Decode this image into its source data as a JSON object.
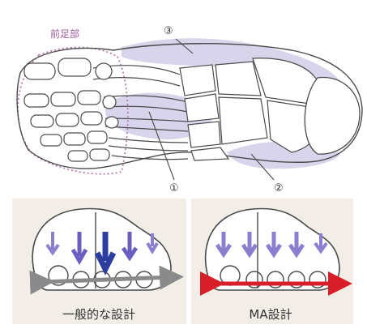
{
  "top": {
    "forefoot_label": "前足部",
    "markers": [
      "①",
      "②",
      "③"
    ]
  },
  "bottom": {
    "left_caption": "一般的な設計",
    "right_caption": "MA設計"
  },
  "colors": {
    "bone_outline": "#4a4a4a",
    "arch_fill": "#c9c6e6",
    "dotted_region": "#b46aa8",
    "panel_bg": "#f2ede7",
    "arrow_purple": "#8b7fd0",
    "arrow_blue": "#2c3fa0",
    "grey_arrow": "#8a8a8a",
    "red_arrow": "#d81e28"
  }
}
